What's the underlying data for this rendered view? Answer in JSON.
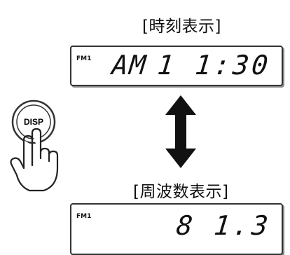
{
  "labels": {
    "time_display": "[時刻表示]",
    "frequency_display": "[周波数表示]"
  },
  "lcd_time": {
    "band": "FM1",
    "am_pm": "AM",
    "clock": "1 1:30"
  },
  "lcd_frequency": {
    "band": "FM1",
    "frequency": "8 1.3"
  },
  "button": {
    "label": "DISP"
  },
  "icons": {
    "arrow": "double-vertical-arrow",
    "hand": "pointing-hand-icon"
  }
}
